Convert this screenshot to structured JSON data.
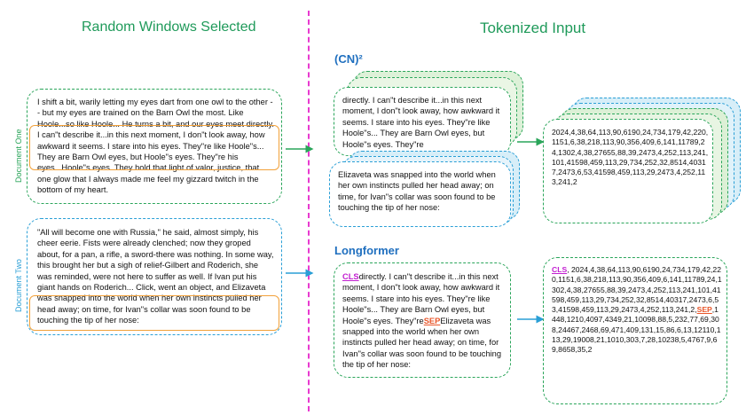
{
  "headings": {
    "left": "Random Windows Selected",
    "right": "Tokenized Input",
    "cn2": "(CN)²",
    "longformer": "Longformer"
  },
  "side_labels": {
    "doc1": "Document One",
    "doc2": "Document Two"
  },
  "doc1": {
    "text": "I shift a bit, warily letting my eyes dart from one owl to the other -- but my eyes are trained on the Barn Owl the most. Like Hoole...so like Hoole... He turns a bit, and our eyes meet directly. I can\"t describe it...in this next moment, I don\"t look away, how awkward it seems. I stare into his eyes. They\"re like Hoole\"s... They are Barn Owl eyes, but Hoole\"s eyes. They\"re his eyes...Hoole\"s eyes. They hold that light of valor, justice, that one glow that I always made me feel my gizzard twitch in the bottom of my heart."
  },
  "doc2": {
    "text": "\"All will become one with Russia,\" he said, almost simply, his cheer eerie. Fists were already clenched; now they groped about, for a pan, a rifle, a sword-there was nothing. In some way, this brought her but a sigh of relief-Gilbert and Roderich, she was reminded, were not here to suffer as well. If Ivan put his giant hands on Roderich... Click, went an object, and Elizaveta was snapped into the world when her own instincts pulled her head away; on time, for Ivan\"s collar was soon found to be touching the tip of her nose:"
  },
  "cn2": {
    "window1": "directly. I can\"t describe it...in this next moment, I don\"t look away, how awkward it seems. I stare into his eyes. They\"re like Hoole\"s... They are Barn Owl eyes, but Hoole\"s eyes. They\"re",
    "window2": "Elizaveta was snapped into the world when her own instincts pulled her head away; on time, for Ivan\"s collar was soon found to be touching the tip of her nose:",
    "tokens": "2024,4,38,64,113,90,6190,24,734,179,42,220,1151,6,38,218,113,90,356,409,6,141,11789,24,1302,4,38,27655,88,39,2473,4,252,113,241,101,41598,459,113,29,734,252,32,8514,40317,2473,6,53,41598,459,113,29,2473,4,252,113,241,2"
  },
  "longformer": {
    "cls": "CLS",
    "part1": "directly. I can\"t describe it...in this next moment, I don\"t look away, how awkward it seems. I stare into his eyes. They\"re like Hoole\"s... They are Barn Owl eyes, but Hoole\"s eyes. They\"re",
    "sep": "SEP",
    "part2": "Elizaveta was snapped into the world when her own instincts pulled her head away; on time, for Ivan\"s collar was soon found to be touching the tip of her nose:",
    "tokens_cls": "CLS",
    "tokens_part1": ", 2024,4,38,64,113,90,6190,24,734,179,42,220,1151,6,38,218,113,90,356,409,6,141,11789,24,1302,4,38,27655,88,39,2473,4,252,113,241,101,41598,459,113,29,734,252,32,8514,40317,2473,6,53,41598,459,113,29,2473,4,252,113,241,2,",
    "tokens_sep": "SEP",
    "tokens_part2": ",1448,1210,4097,4349,21,10098,88,5,232,77,69,308,24467,2468,69,471,409,131,15,86,6,13,12110,113,29,19008,21,1010,303,7,28,10238,5,4767,9,69,8658,35,2"
  },
  "colors": {
    "green": "#2aa55a",
    "blue": "#2a9fd6",
    "magenta": "#e83ad0",
    "orange": "#f2a13a",
    "cls": "#c21fd1",
    "sep": "#e8562a"
  }
}
